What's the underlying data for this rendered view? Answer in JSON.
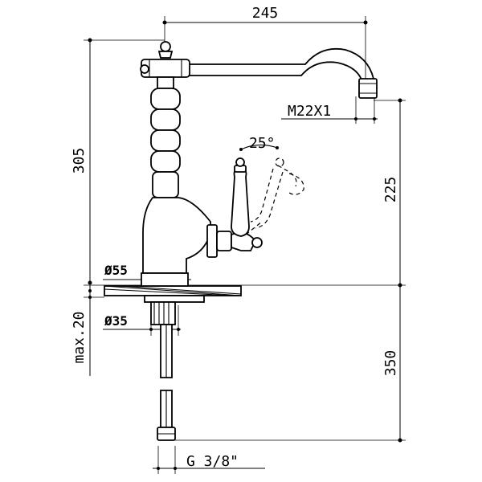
{
  "dimensions": {
    "spout_reach": "245",
    "total_height": "305",
    "spout_height": "225",
    "below_counter": "350",
    "max_thickness": "max.20",
    "thread_outlet": "M22X1",
    "base_diameter": "Ø55",
    "hole_diameter": "Ø35",
    "connection": "G 3/8\"",
    "handle_angle": "25°"
  }
}
